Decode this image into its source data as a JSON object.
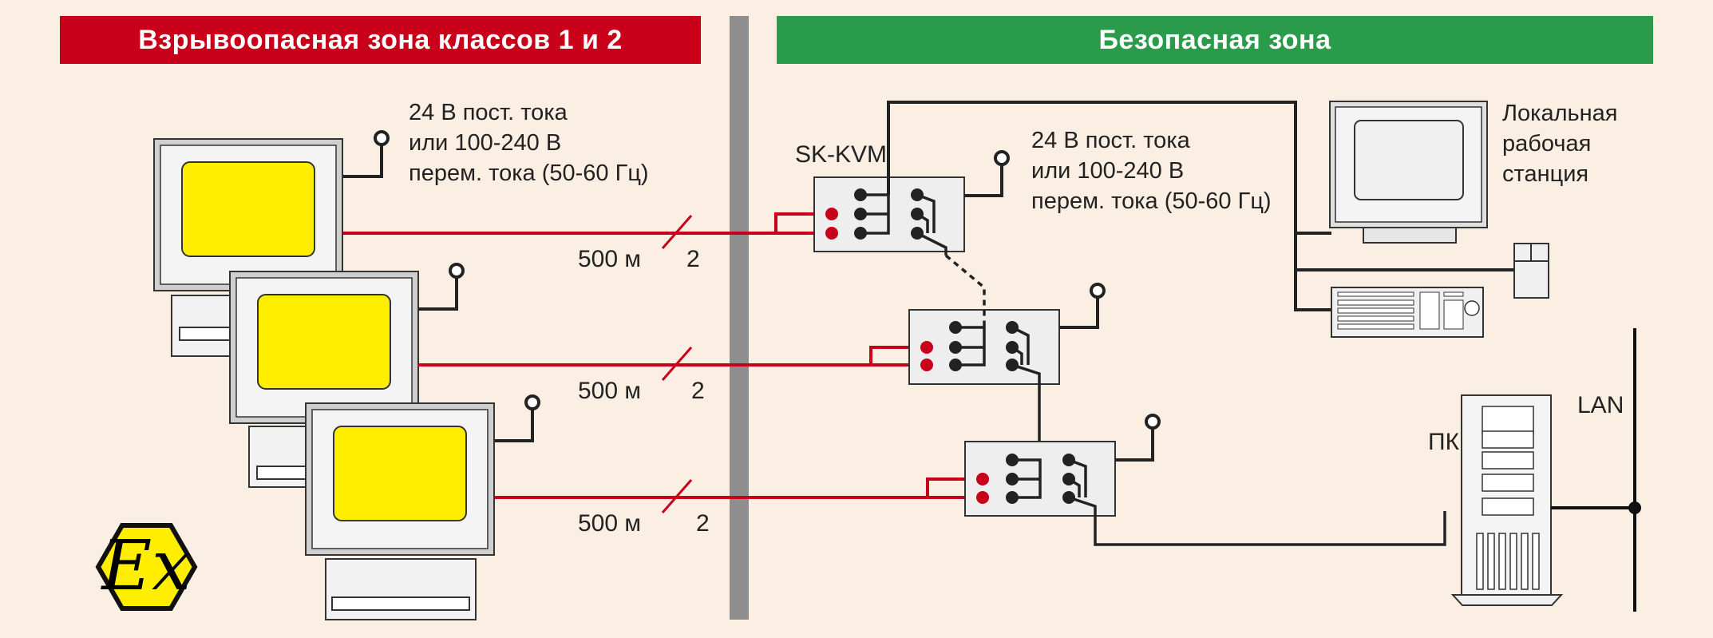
{
  "zones": {
    "hazardous": "Взрывоопасная зона классов 1 и 2",
    "safe": "Безопасная зона"
  },
  "power_supply": {
    "line1": "24 В пост. тока",
    "line2": "или 100-240 В",
    "line3": "перем. тока (50-60 Гц)"
  },
  "cable": {
    "distance": "500 м",
    "conductors": "2"
  },
  "kvm_label": "SK-KVM",
  "workstation": {
    "line1": "Локальная",
    "line2": "рабочая",
    "line3": "станция"
  },
  "pc_label": "ПК",
  "lan_label": "LAN",
  "ex_symbol": "Ex",
  "colors": {
    "hazardous_zone": "#c8001a",
    "safe_zone": "#2a9a4b",
    "separator": "#8e8e8e",
    "screen": "#ffee00",
    "signal_line": "#c8001a",
    "background": "#fbeee3"
  }
}
